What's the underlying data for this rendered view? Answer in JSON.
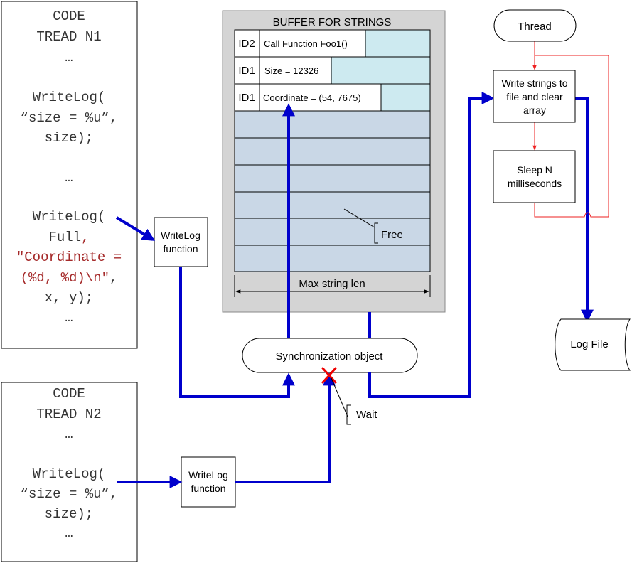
{
  "code_thread_1": {
    "title_line1": "CODE",
    "title_line2": "TREAD N1",
    "ellipsis_1": "…",
    "call1_line1": "WriteLog(",
    "call1_line2": "“size = %u”,",
    "call1_line3": "size);",
    "ellipsis_2": "…",
    "call2_line1": "WriteLog(",
    "call2_line2_a": "Full",
    "call2_line2_b": ",",
    "call2_line3": "\"Coordinate =",
    "call2_line4_a": "(%d, %d)\\n\"",
    "call2_line4_b": ",",
    "call2_line5": "x, y);",
    "ellipsis_3": "…"
  },
  "code_thread_2": {
    "title_line1": "CODE",
    "title_line2": "TREAD N2",
    "ellipsis_1": "…",
    "call_line1": "WriteLog(",
    "call_line2": "“size = %u”,",
    "call_line3": "size);",
    "ellipsis_2": "…"
  },
  "writelog_function_1": {
    "line1": "WriteLog",
    "line2": "function"
  },
  "writelog_function_2": {
    "line1": "WriteLog",
    "line2": "function"
  },
  "buffer": {
    "title": "BUFFER FOR STRINGS",
    "rows": [
      {
        "id": "ID2",
        "text": "Call Function Foo1()"
      },
      {
        "id": "ID1",
        "text": "Size = 12326"
      },
      {
        "id": "ID1",
        "text": "Coordinate = (54, 7675)"
      }
    ],
    "free_label": "Free",
    "max_len_label": "Max string len"
  },
  "sync_object": {
    "label": "Synchronization object"
  },
  "wait_label": "Wait",
  "flow": {
    "start": "Thread",
    "step1_line1": "Write strings to",
    "step1_line2": "file and clear",
    "step1_line3": "array",
    "step2_line1": "Sleep N",
    "step2_line2": "milliseconds",
    "log_file": "Log File"
  },
  "colors": {
    "connector_blue": "#0000cc",
    "loop_red": "#ee2222",
    "code_red": "#a52a2a",
    "buffer_gray": "#d4d4d4",
    "buffer_used": "#cdeaf0",
    "buffer_free": "#c9d7e6"
  }
}
